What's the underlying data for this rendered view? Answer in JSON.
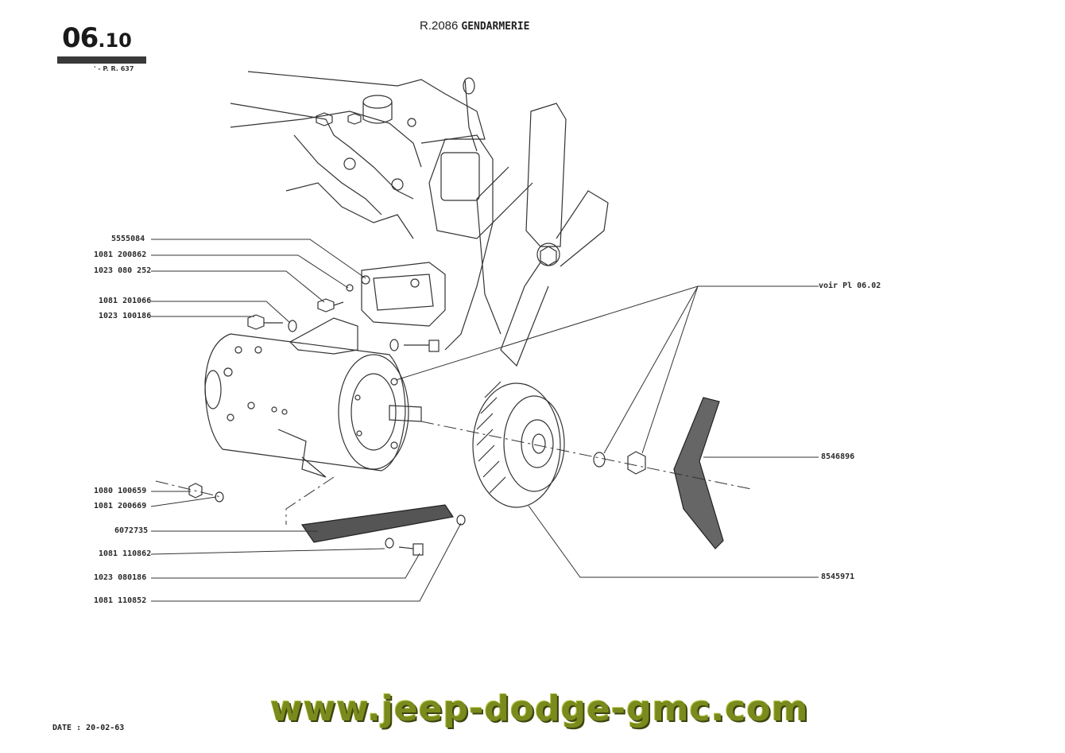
{
  "header": {
    "plate_number_main": "06",
    "plate_number_sub": ".10",
    "plate_reference": "' - P. R. 637",
    "model_code": "R.2086",
    "model_name": "GENDARMERIE"
  },
  "parts_left": [
    "5555084",
    "1081 200862",
    "1023 080 252",
    "1081 201066",
    "1023 100186",
    "1080 100659",
    "1081 200669",
    "6072735",
    "1081 110862",
    "1023 080186",
    "1081 110852"
  ],
  "parts_right": [
    "voir Pl 06.02",
    "8546896",
    "8545971"
  ],
  "footer": {
    "date": "DATE : 20-02-63",
    "watermark": "www.jeep-dodge-gmc.com"
  }
}
